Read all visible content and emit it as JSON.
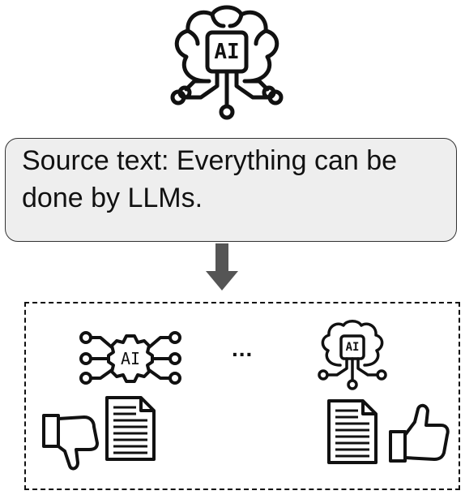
{
  "top_icon": {
    "label": "AI",
    "name": "ai-brain-icon"
  },
  "source": {
    "text": "Source text: Everything can be done by LLMs."
  },
  "arrow": {
    "direction": "down",
    "color": "#555555"
  },
  "candidates": {
    "left_model": {
      "label": "AI",
      "name": "ai-chip-circuit-icon"
    },
    "separator": "...",
    "right_model": {
      "label": "AI",
      "name": "ai-brain-icon"
    },
    "left_feedback": "thumbs-down-icon",
    "right_feedback": "thumbs-up-icon",
    "document_icon": "document-icon"
  }
}
